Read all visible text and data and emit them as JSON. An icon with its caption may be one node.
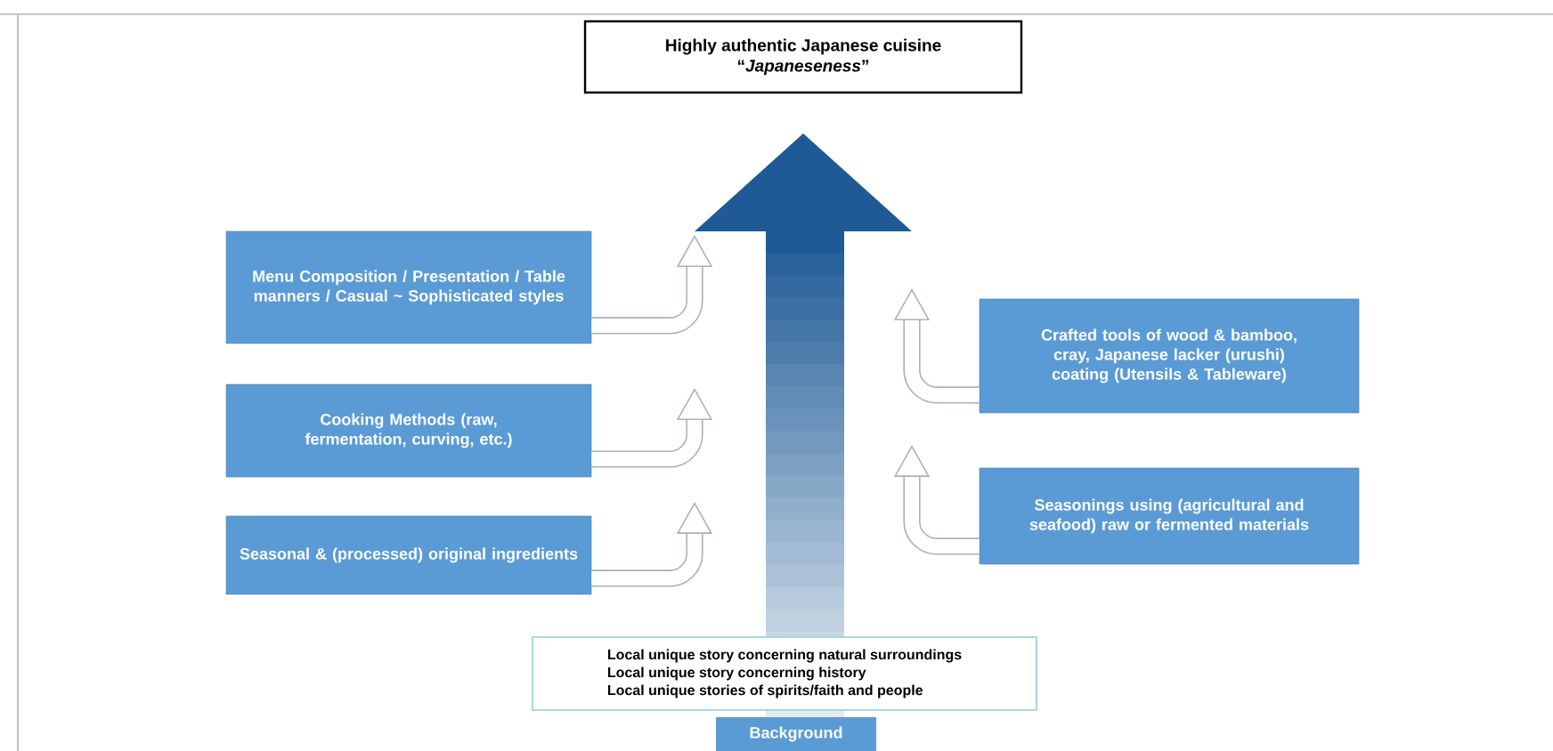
{
  "diagram": {
    "nodes": [
      {
        "text": [
          "Highly authentic Japanese cuisine",
          "“*Japaneseness*”"
        ]
      },
      {
        "text": [],
        "shape": "arrow"
      },
      {
        "text": [
          "Menu Composition / Presentation / Table manners / Casual ~ Sophisticated styles"
        ]
      },
      {
        "text": [
          "Cooking Methods (raw, fermentation, curving, etc.)"
        ]
      },
      {
        "text": [
          "Seasonal & (processed) original ingredients"
        ]
      },
      {
        "text": [
          "Crafted tools of wood & bamboo, cray, Japanese lacker (urushi) coating (Utensils & Tableware)"
        ]
      },
      {
        "text": [
          "Seasonings using (agricultural and seafood) raw or fermented materials"
        ]
      },
      {
        "text": [
          "Local unique story concerning natural surroundings",
          "Local unique story concerning history",
          "Local unique stories of spirits/faith and people"
        ]
      },
      {
        "text": [
          "Background"
        ]
      }
    ],
    "edges": [
      {
        "from": 2,
        "to": 1,
        "arrow": "to"
      },
      {
        "from": 3,
        "to": 1,
        "arrow": "to"
      },
      {
        "from": 4,
        "to": 1,
        "arrow": "to"
      },
      {
        "from": 5,
        "to": 1,
        "arrow": "to"
      },
      {
        "from": 6,
        "to": 1,
        "arrow": "to"
      }
    ]
  }
}
